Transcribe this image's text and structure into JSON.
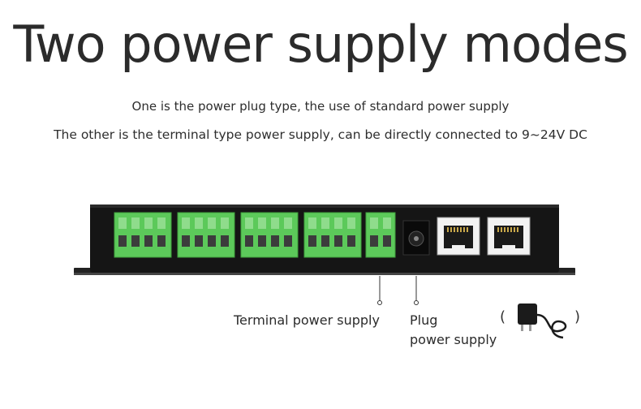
{
  "header": {
    "title": "Two power supply modes",
    "line1": "One is the power plug type,  the use of standard power supply",
    "line2": "The other is the terminal type power supply, can be directly connected to 9~24V DC"
  },
  "labels": {
    "terminal": "Terminal power supply",
    "plug_line1": "Plug",
    "plug_line2": "power supply"
  },
  "adapter": {
    "paren_open": "(",
    "paren_close": ")"
  },
  "colors": {
    "terminal_green": "#5cc95a",
    "case_black": "#151515",
    "port_white": "#f2f2f2"
  }
}
